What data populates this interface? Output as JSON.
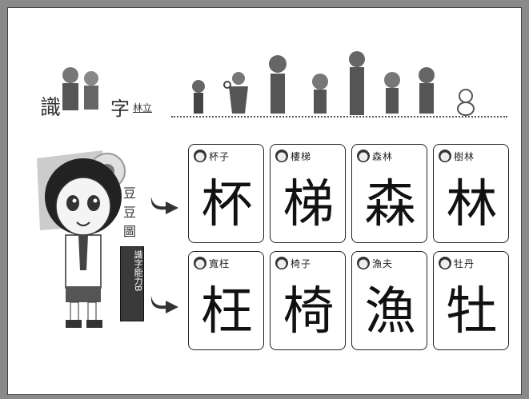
{
  "header": {
    "title_char_1": "識",
    "title_char_2": "字",
    "subtitle": "林立",
    "people_icon": "family-figures-icon"
  },
  "mascot": {
    "label_1": "豆",
    "label_2": "豆",
    "label_3": "圖",
    "badge": "識字能力B"
  },
  "cards_row1": [
    {
      "word": "杯子",
      "char": "杯"
    },
    {
      "word": "樓梯",
      "char": "梯"
    },
    {
      "word": "森林",
      "char": "森"
    },
    {
      "word": "樹林",
      "char": "林"
    }
  ],
  "cards_row2": [
    {
      "word": "寬枉",
      "char": "枉"
    },
    {
      "word": "椅子",
      "char": "椅"
    },
    {
      "word": "漁夫",
      "char": "漁"
    },
    {
      "word": "牡丹",
      "char": "牡"
    }
  ],
  "colors": {
    "frame": "#8a8a8a",
    "text": "#222222"
  }
}
